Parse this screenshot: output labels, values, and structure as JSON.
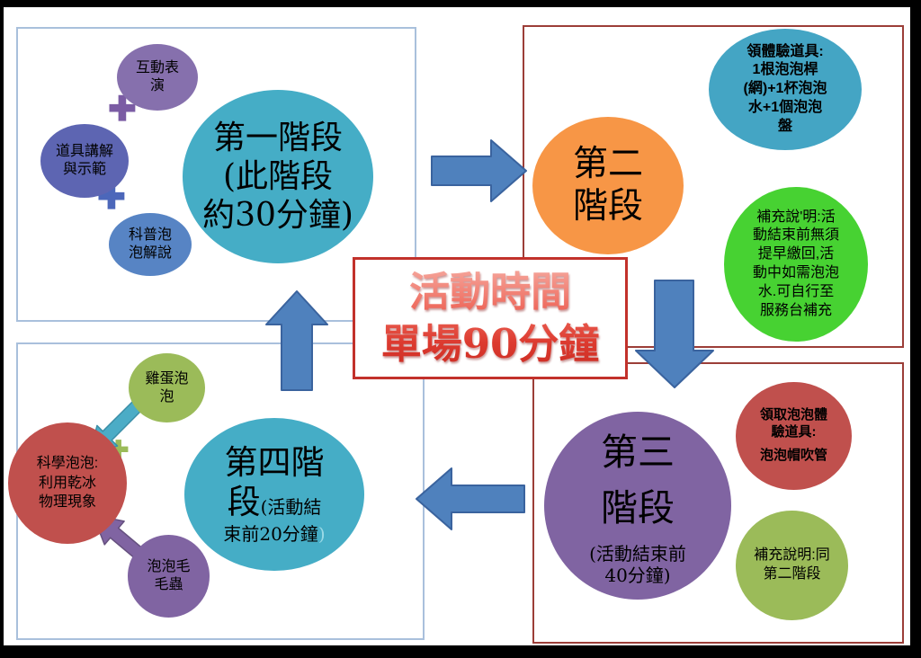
{
  "center_box": {
    "text": "活動時間\n單場90分鐘"
  },
  "icons": {
    "plus_glyph": "✚"
  },
  "colors": {
    "teal": "#45ADC6",
    "orange": "#F79646",
    "vivid_green": "#47D232",
    "olive_green": "#9BBB59",
    "red": "#C0504D",
    "purple": "#8064A2",
    "violet": "#8670AD",
    "indigo": "#5D65B2",
    "steel_blue": "#5784C4",
    "arrow_blue": "#4F81BD",
    "blue_box_border": "#A9C0DC",
    "dark_red_box_border": "#9C3E38",
    "center_box_border": "#C2312B",
    "center_text_red": "#DD3B30"
  },
  "q1": {
    "bubble_show": "互動表\n演",
    "bubble_demo": "道具講解\n與示範",
    "bubble_talk": "科普泡\n泡解說",
    "stage": "第一階段\n(此階段\n約30分鐘)"
  },
  "q2": {
    "stage": "第二\n階段",
    "props": "領體驗道具:\n1根泡泡桿\n(網)+1杯泡泡\n水+1個泡泡\n盤",
    "note": "補充說'明:活\n動結束前無須\n提早繳回,活\n動中如需泡泡\n水.可自行至\n服務台補充"
  },
  "q3": {
    "stage_main": "第三\n階段",
    "stage_sub": "(活動結束前\n40分鐘)",
    "props_head": "領取泡泡體\n驗道具:",
    "props_body": "泡泡帽吹管",
    "note": "補充說明:同\n第二階段"
  },
  "q4": {
    "egg": "雞蛋泡\n泡",
    "science": "科學泡泡:\n利用乾冰\n物理現象",
    "caterpillar": "泡泡毛\n毛蟲",
    "stage_line1": "第四階",
    "stage_line2_big": "段",
    "stage_line2_small": "(活動結",
    "stage_line3": "束前20分鐘",
    "stage_paren": ")"
  }
}
